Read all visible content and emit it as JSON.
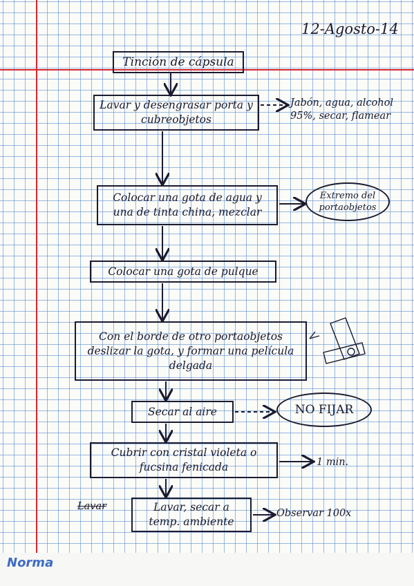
{
  "date": "12-Agosto-14",
  "title": "Tinción de cápsula",
  "steps": [
    "Lavar y desengrasar porta y cubreobjetos",
    "Colocar una gota de agua y una de tinta china, mezclar",
    "Colocar una gota de pulque",
    "Con el borde de otro portaobjetos deslizar la gota, y formar una película delgada",
    "Secar al aire",
    "Cubrir con cristal violeta o fucsina fenicada",
    "Lavar, secar a temp. ambiente"
  ],
  "notes": {
    "cleaning": "Jabón, agua, alcohol 95%, secar, flamear",
    "slide_end": "Extremo del portaobjetos",
    "no_fix": "NO FIJAR",
    "time": "1 min.",
    "observe": "Observar 100x",
    "struck_word": "Lavar"
  },
  "brand": "Norma",
  "colors": {
    "ink": "#1b1a2e",
    "grid": "#4682cd",
    "margin": "#d9262c",
    "brand": "#3d6cc4"
  }
}
